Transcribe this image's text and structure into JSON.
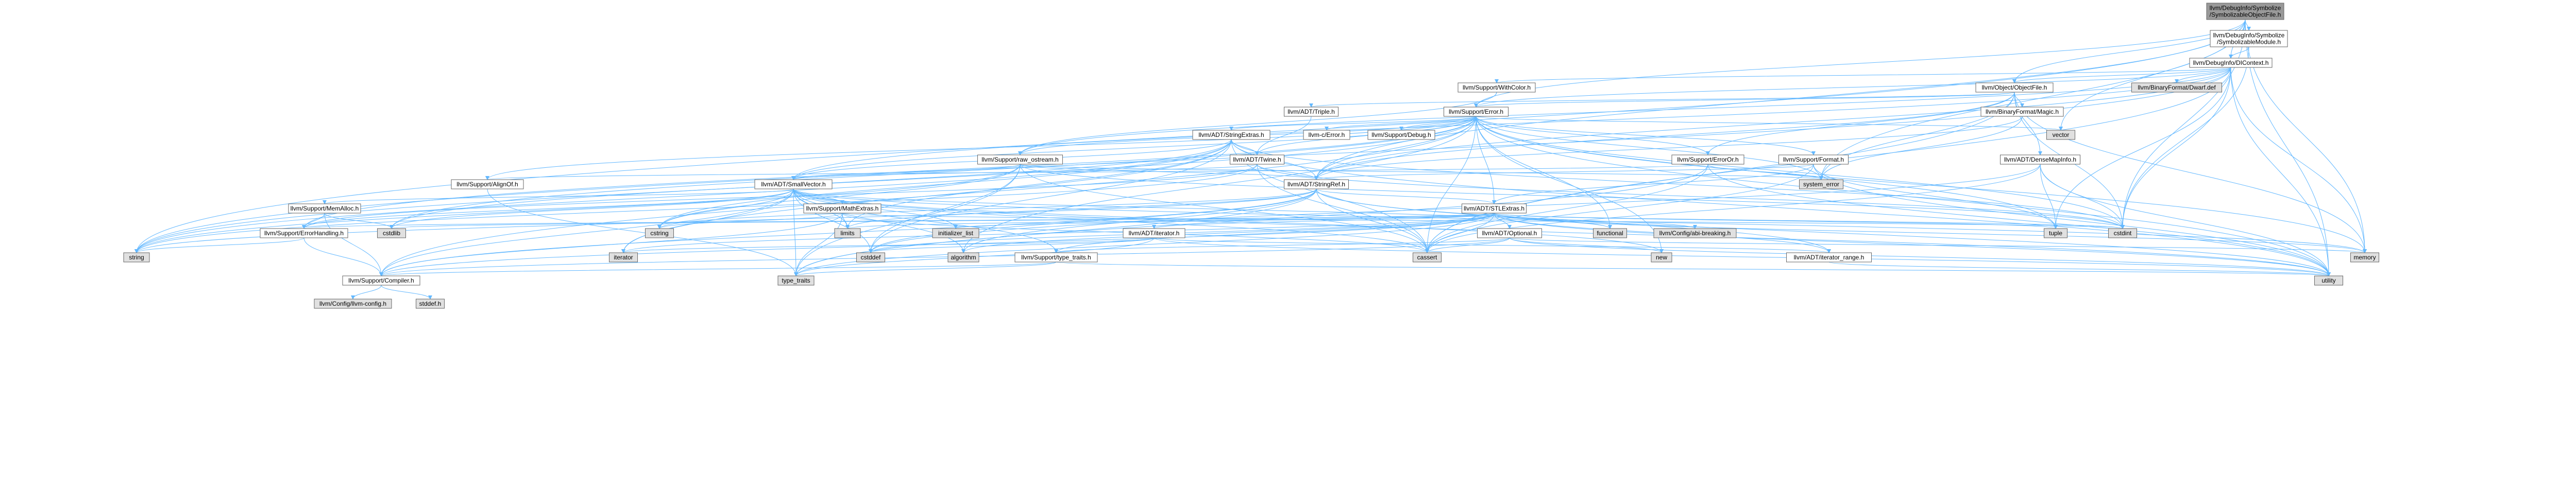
{
  "colors": {
    "edge": "#63b8ff",
    "root_fill": "#999999",
    "internal_fill": "#ffffff",
    "system_fill": "#e0e0e0",
    "node_border": "#666666",
    "truncated_border": "#ff0000",
    "text": "#000000"
  },
  "nodes": [
    {
      "id": "root",
      "lines": [
        "llvm/DebugInfo/Symbolize",
        "/SymbolizableObjectFile.h"
      ],
      "kind": "root"
    },
    {
      "id": "symmod",
      "lines": [
        "llvm/DebugInfo/Symbolize",
        "/SymbolizableModule.h"
      ],
      "kind": "internal"
    },
    {
      "id": "dicontext",
      "lines": [
        "llvm/DebugInfo/DIContext.h"
      ],
      "kind": "internal"
    },
    {
      "id": "withcolor",
      "lines": [
        "llvm/Support/WithColor.h"
      ],
      "kind": "internal"
    },
    {
      "id": "objectfile",
      "lines": [
        "llvm/Object/ObjectFile.h"
      ],
      "kind": "truncated"
    },
    {
      "id": "dwarfdef",
      "lines": [
        "llvm/BinaryFormat/Dwarf.def"
      ],
      "kind": "system"
    },
    {
      "id": "triple",
      "lines": [
        "llvm/ADT/Triple.h"
      ],
      "kind": "internal"
    },
    {
      "id": "error",
      "lines": [
        "llvm/Support/Error.h"
      ],
      "kind": "internal"
    },
    {
      "id": "magic",
      "lines": [
        "llvm/BinaryFormat/Magic.h"
      ],
      "kind": "internal"
    },
    {
      "id": "vector",
      "lines": [
        "vector"
      ],
      "kind": "system"
    },
    {
      "id": "stringextras",
      "lines": [
        "llvm/ADT/StringExtras.h"
      ],
      "kind": "truncated"
    },
    {
      "id": "cerror",
      "lines": [
        "llvm-c/Error.h"
      ],
      "kind": "truncated"
    },
    {
      "id": "debug",
      "lines": [
        "llvm/Support/Debug.h"
      ],
      "kind": "internal"
    },
    {
      "id": "rawostream",
      "lines": [
        "llvm/Support/raw_ostream.h"
      ],
      "kind": "truncated"
    },
    {
      "id": "twine",
      "lines": [
        "llvm/ADT/Twine.h"
      ],
      "kind": "internal"
    },
    {
      "id": "erroror",
      "lines": [
        "llvm/Support/ErrorOr.h"
      ],
      "kind": "internal"
    },
    {
      "id": "format",
      "lines": [
        "llvm/Support/Format.h"
      ],
      "kind": "truncated"
    },
    {
      "id": "densemapinfo",
      "lines": [
        "llvm/ADT/DenseMapInfo.h"
      ],
      "kind": "truncated"
    },
    {
      "id": "systemerror",
      "lines": [
        "system_error"
      ],
      "kind": "system"
    },
    {
      "id": "alignof",
      "lines": [
        "llvm/Support/AlignOf.h"
      ],
      "kind": "internal"
    },
    {
      "id": "smallvector",
      "lines": [
        "llvm/ADT/SmallVector.h"
      ],
      "kind": "internal"
    },
    {
      "id": "stringref",
      "lines": [
        "llvm/ADT/StringRef.h"
      ],
      "kind": "internal"
    },
    {
      "id": "memalloc",
      "lines": [
        "llvm/Support/MemAlloc.h"
      ],
      "kind": "internal"
    },
    {
      "id": "mathextras",
      "lines": [
        "llvm/Support/MathExtras.h"
      ],
      "kind": "truncated"
    },
    {
      "id": "stlextras",
      "lines": [
        "llvm/ADT/STLExtras.h"
      ],
      "kind": "internal"
    },
    {
      "id": "errorhandling",
      "lines": [
        "llvm/Support/ErrorHandling.h"
      ],
      "kind": "internal"
    },
    {
      "id": "cstdlib",
      "lines": [
        "cstdlib"
      ],
      "kind": "system"
    },
    {
      "id": "cstring",
      "lines": [
        "cstring"
      ],
      "kind": "system"
    },
    {
      "id": "limits",
      "lines": [
        "limits"
      ],
      "kind": "system"
    },
    {
      "id": "initlist",
      "lines": [
        "initializer_list"
      ],
      "kind": "system"
    },
    {
      "id": "iteratorh",
      "lines": [
        "llvm/ADT/iterator.h"
      ],
      "kind": "internal"
    },
    {
      "id": "optional",
      "lines": [
        "llvm/ADT/Optional.h"
      ],
      "kind": "truncated"
    },
    {
      "id": "functional",
      "lines": [
        "functional"
      ],
      "kind": "system"
    },
    {
      "id": "databreak",
      "lines": [
        "llvm/Config/abi-breaking.h"
      ],
      "kind": "system"
    },
    {
      "id": "tuple",
      "lines": [
        "tuple"
      ],
      "kind": "system"
    },
    {
      "id": "cstdint",
      "lines": [
        "cstdint"
      ],
      "kind": "system"
    },
    {
      "id": "string",
      "lines": [
        "string"
      ],
      "kind": "system"
    },
    {
      "id": "iterator",
      "lines": [
        "iterator"
      ],
      "kind": "system"
    },
    {
      "id": "cstddef",
      "lines": [
        "cstddef"
      ],
      "kind": "system"
    },
    {
      "id": "algorithm",
      "lines": [
        "algorithm"
      ],
      "kind": "system"
    },
    {
      "id": "typetraitsh",
      "lines": [
        "llvm/Support/type_traits.h"
      ],
      "kind": "internal"
    },
    {
      "id": "cassert",
      "lines": [
        "cassert"
      ],
      "kind": "system"
    },
    {
      "id": "new",
      "lines": [
        "new"
      ],
      "kind": "system"
    },
    {
      "id": "iterrange",
      "lines": [
        "llvm/ADT/iterator_range.h"
      ],
      "kind": "internal"
    },
    {
      "id": "memory",
      "lines": [
        "memory"
      ],
      "kind": "system"
    },
    {
      "id": "compiler",
      "lines": [
        "llvm/Support/Compiler.h"
      ],
      "kind": "internal"
    },
    {
      "id": "typetraits",
      "lines": [
        "type_traits"
      ],
      "kind": "system"
    },
    {
      "id": "utility",
      "lines": [
        "utility"
      ],
      "kind": "system"
    },
    {
      "id": "llvmconfig",
      "lines": [
        "llvm/Config/llvm-config.h"
      ],
      "kind": "system"
    },
    {
      "id": "stddef",
      "lines": [
        "stddef.h"
      ],
      "kind": "system"
    }
  ],
  "edges": [
    [
      "root",
      "symmod"
    ],
    [
      "root",
      "dicontext"
    ],
    [
      "root",
      "objectfile"
    ],
    [
      "root",
      "error"
    ],
    [
      "root",
      "string"
    ],
    [
      "root",
      "memory"
    ],
    [
      "root",
      "cstdint"
    ],
    [
      "root",
      "utility"
    ],
    [
      "root",
      "stringref"
    ],
    [
      "root",
      "systemerror"
    ],
    [
      "root",
      "vector"
    ],
    [
      "symmod",
      "dicontext"
    ],
    [
      "symmod",
      "cstdint"
    ],
    [
      "dicontext",
      "withcolor"
    ],
    [
      "dicontext",
      "objectfile"
    ],
    [
      "dicontext",
      "dwarfdef"
    ],
    [
      "dicontext",
      "error"
    ],
    [
      "dicontext",
      "rawostream"
    ],
    [
      "dicontext",
      "smallvector"
    ],
    [
      "dicontext",
      "stringref"
    ],
    [
      "dicontext",
      "cassert"
    ],
    [
      "dicontext",
      "cstdint"
    ],
    [
      "dicontext",
      "memory"
    ],
    [
      "dicontext",
      "string"
    ],
    [
      "dicontext",
      "tuple"
    ],
    [
      "dicontext",
      "utility"
    ],
    [
      "withcolor",
      "error"
    ],
    [
      "withcolor",
      "rawostream"
    ],
    [
      "objectfile",
      "triple"
    ],
    [
      "objectfile",
      "magic"
    ],
    [
      "objectfile",
      "error"
    ],
    [
      "objectfile",
      "erroror"
    ],
    [
      "objectfile",
      "stringref"
    ],
    [
      "objectfile",
      "cassert"
    ],
    [
      "objectfile",
      "cstdint"
    ],
    [
      "objectfile",
      "memory"
    ],
    [
      "objectfile",
      "systemerror"
    ],
    [
      "objectfile",
      "densemapinfo"
    ],
    [
      "triple",
      "twine"
    ],
    [
      "error",
      "cerror"
    ],
    [
      "error",
      "stringextras"
    ],
    [
      "error",
      "twine"
    ],
    [
      "error",
      "alignof"
    ],
    [
      "error",
      "compiler"
    ],
    [
      "error",
      "debug"
    ],
    [
      "error",
      "errorhandling"
    ],
    [
      "error",
      "erroror"
    ],
    [
      "error",
      "format"
    ],
    [
      "error",
      "rawostream"
    ],
    [
      "error",
      "smallvector"
    ],
    [
      "error",
      "stringref"
    ],
    [
      "error",
      "stlextras"
    ],
    [
      "error",
      "algorithm"
    ],
    [
      "error",
      "cassert"
    ],
    [
      "error",
      "cstdint"
    ],
    [
      "error",
      "cstdlib"
    ],
    [
      "error",
      "functional"
    ],
    [
      "error",
      "memory"
    ],
    [
      "error",
      "new"
    ],
    [
      "error",
      "string"
    ],
    [
      "error",
      "systemerror"
    ],
    [
      "error",
      "type_traits_dummy"
    ],
    [
      "error",
      "utility"
    ],
    [
      "error",
      "vector"
    ],
    [
      "error",
      "tuple"
    ],
    [
      "magic",
      "stringref"
    ],
    [
      "magic",
      "systemerror"
    ],
    [
      "stringextras",
      "twine"
    ],
    [
      "stringextras",
      "smallvector"
    ],
    [
      "stringextras",
      "stringref"
    ],
    [
      "stringextras",
      "iterator"
    ],
    [
      "stringextras",
      "cassert"
    ],
    [
      "stringextras",
      "cstddef"
    ],
    [
      "stringextras",
      "cstdint"
    ],
    [
      "stringextras",
      "cstdlib"
    ],
    [
      "stringextras",
      "cstring"
    ],
    [
      "stringextras",
      "string"
    ],
    [
      "stringextras",
      "utility"
    ],
    [
      "stringextras",
      "limits"
    ],
    [
      "rawostream",
      "stringref"
    ],
    [
      "rawostream",
      "smallvector"
    ],
    [
      "rawostream",
      "cassert"
    ],
    [
      "rawostream",
      "cstddef"
    ],
    [
      "rawostream",
      "cstdint"
    ],
    [
      "rawostream",
      "cstring"
    ],
    [
      "rawostream",
      "string"
    ],
    [
      "rawostream",
      "systemerror"
    ],
    [
      "rawostream",
      "typetraits"
    ],
    [
      "twine",
      "smallvector"
    ],
    [
      "twine",
      "stringref"
    ],
    [
      "twine",
      "errorhandling"
    ],
    [
      "twine",
      "cassert"
    ],
    [
      "twine",
      "cstdint"
    ],
    [
      "twine",
      "string"
    ],
    [
      "erroror",
      "alignof"
    ],
    [
      "erroror",
      "cassert"
    ],
    [
      "erroror",
      "systemerror"
    ],
    [
      "erroror",
      "typetraits"
    ],
    [
      "erroror",
      "utility"
    ],
    [
      "format",
      "stringref"
    ],
    [
      "format",
      "stlextras"
    ],
    [
      "format",
      "cassert"
    ],
    [
      "format",
      "cstdio"
    ],
    [
      "format",
      "tuple"
    ],
    [
      "format",
      "utility"
    ],
    [
      "densemapinfo",
      "cassert"
    ],
    [
      "densemapinfo",
      "cstddef"
    ],
    [
      "densemapinfo",
      "cstdint"
    ],
    [
      "densemapinfo",
      "tuple"
    ],
    [
      "densemapinfo",
      "utility"
    ],
    [
      "alignof",
      "typetraits"
    ],
    [
      "smallvector",
      "compiler"
    ],
    [
      "smallvector",
      "errorhandling"
    ],
    [
      "smallvector",
      "memalloc"
    ],
    [
      "smallvector",
      "typetraitsh"
    ],
    [
      "smallvector",
      "mathextras"
    ],
    [
      "smallvector",
      "algorithm"
    ],
    [
      "smallvector",
      "cassert"
    ],
    [
      "smallvector",
      "cstddef"
    ],
    [
      "smallvector",
      "cstdlib"
    ],
    [
      "smallvector",
      "cstring"
    ],
    [
      "smallvector",
      "functional"
    ],
    [
      "smallvector",
      "initlist"
    ],
    [
      "smallvector",
      "iterator"
    ],
    [
      "smallvector",
      "limits"
    ],
    [
      "smallvector",
      "memory"
    ],
    [
      "smallvector",
      "new"
    ],
    [
      "smallvector",
      "typetraits"
    ],
    [
      "smallvector",
      "utility"
    ],
    [
      "stringref",
      "stlextras"
    ],
    [
      "stringref",
      "compiler"
    ],
    [
      "stringref",
      "algorithm"
    ],
    [
      "stringref",
      "cassert"
    ],
    [
      "stringref",
      "cstddef"
    ],
    [
      "stringref",
      "cstring"
    ],
    [
      "stringref",
      "limits"
    ],
    [
      "stringref",
      "string"
    ],
    [
      "stringref",
      "typetraits"
    ],
    [
      "stringref",
      "utility"
    ],
    [
      "stringref",
      "iterrange"
    ],
    [
      "memalloc",
      "compiler"
    ],
    [
      "memalloc",
      "errorhandling"
    ],
    [
      "memalloc",
      "cstdlib"
    ],
    [
      "mathextras",
      "compiler"
    ],
    [
      "mathextras",
      "cassert"
    ],
    [
      "mathextras",
      "cstdint"
    ],
    [
      "mathextras",
      "cstring"
    ],
    [
      "mathextras",
      "limits"
    ],
    [
      "mathextras",
      "typetraits"
    ],
    [
      "stlextras",
      "optional"
    ],
    [
      "stlextras",
      "iteratorh"
    ],
    [
      "stlextras",
      "iterrange"
    ],
    [
      "stlextras",
      "databreak"
    ],
    [
      "stlextras",
      "errorhandling"
    ],
    [
      "stlextras",
      "algorithm"
    ],
    [
      "stlextras",
      "cassert"
    ],
    [
      "stlextras",
      "cstddef"
    ],
    [
      "stlextras",
      "cstdint"
    ],
    [
      "stlextras",
      "cstdlib"
    ],
    [
      "stlextras",
      "functional"
    ],
    [
      "stlextras",
      "initlist"
    ],
    [
      "stlextras",
      "iterator"
    ],
    [
      "stlextras",
      "limits"
    ],
    [
      "stlextras",
      "memory"
    ],
    [
      "stlextras",
      "tuple"
    ],
    [
      "stlextras",
      "typetraits"
    ],
    [
      "stlextras",
      "utility"
    ],
    [
      "stlextras",
      "typetraitsh"
    ],
    [
      "stlextras",
      "compiler"
    ],
    [
      "errorhandling",
      "compiler"
    ],
    [
      "errorhandling",
      "string"
    ],
    [
      "iteratorh",
      "iterrange"
    ],
    [
      "iteratorh",
      "cstddef"
    ],
    [
      "iteratorh",
      "iterator"
    ],
    [
      "iteratorh",
      "typetraits"
    ],
    [
      "iteratorh",
      "utility"
    ],
    [
      "optional",
      "compiler"
    ],
    [
      "optional",
      "typetraitsh"
    ],
    [
      "optional",
      "cassert"
    ],
    [
      "optional",
      "memory"
    ],
    [
      "optional",
      "new"
    ],
    [
      "optional",
      "utility"
    ],
    [
      "typetraitsh",
      "compiler"
    ],
    [
      "typetraitsh",
      "typetraits"
    ],
    [
      "typetraitsh",
      "utility"
    ],
    [
      "iterrange",
      "utility"
    ],
    [
      "compiler",
      "llvmconfig"
    ],
    [
      "compiler",
      "stddef"
    ]
  ]
}
